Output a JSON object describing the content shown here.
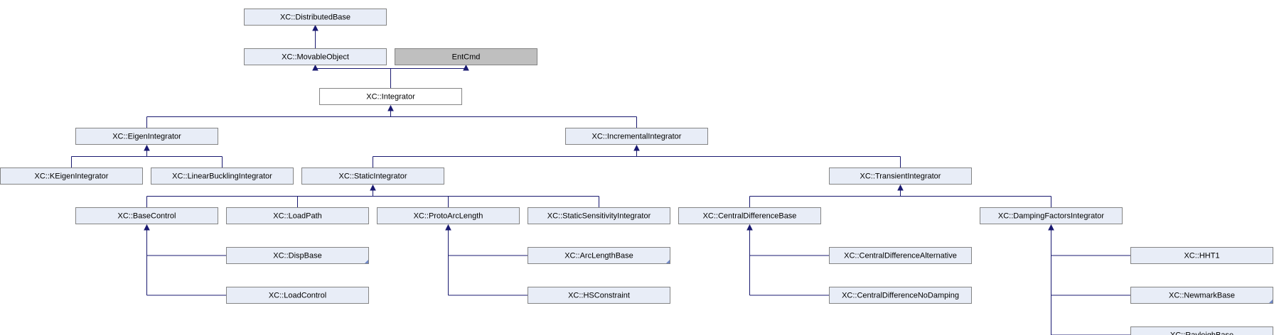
{
  "colors": {
    "node_fill": "#e8edf7",
    "node_fill_current": "#ffffff",
    "node_fill_external": "#bfbfbf",
    "node_border": "#848484",
    "node_border_current": "#000000",
    "edge": "#191970"
  },
  "nodes": {
    "distributed_base": "XC::DistributedBase",
    "movable_object": "XC::MovableObject",
    "ent_cmd": "EntCmd",
    "integrator": "XC::Integrator",
    "eigen_integrator": "XC::EigenIntegrator",
    "incremental_integrator": "XC::IncrementalIntegrator",
    "keigen_integrator": "XC::KEigenIntegrator",
    "linear_buckling_integrator": "XC::LinearBucklingIntegrator",
    "static_integrator": "XC::StaticIntegrator",
    "transient_integrator": "XC::TransientIntegrator",
    "base_control": "XC::BaseControl",
    "load_path": "XC::LoadPath",
    "proto_arc_length": "XC::ProtoArcLength",
    "static_sensitivity_integrator": "XC::StaticSensitivityIntegrator",
    "central_difference_base": "XC::CentralDifferenceBase",
    "damping_factors_integrator": "XC::DampingFactorsIntegrator",
    "disp_base": "XC::DispBase",
    "arc_length_base": "XC::ArcLengthBase",
    "central_difference_alternative": "XC::CentralDifferenceAlternative",
    "hht1": "XC::HHT1",
    "load_control": "XC::LoadControl",
    "hs_constraint": "XC::HSConstraint",
    "central_difference_no_damping": "XC::CentralDifferenceNoDamping",
    "newmark_base": "XC::NewmarkBase",
    "rayleigh_base": "XC::RayleighBase"
  }
}
